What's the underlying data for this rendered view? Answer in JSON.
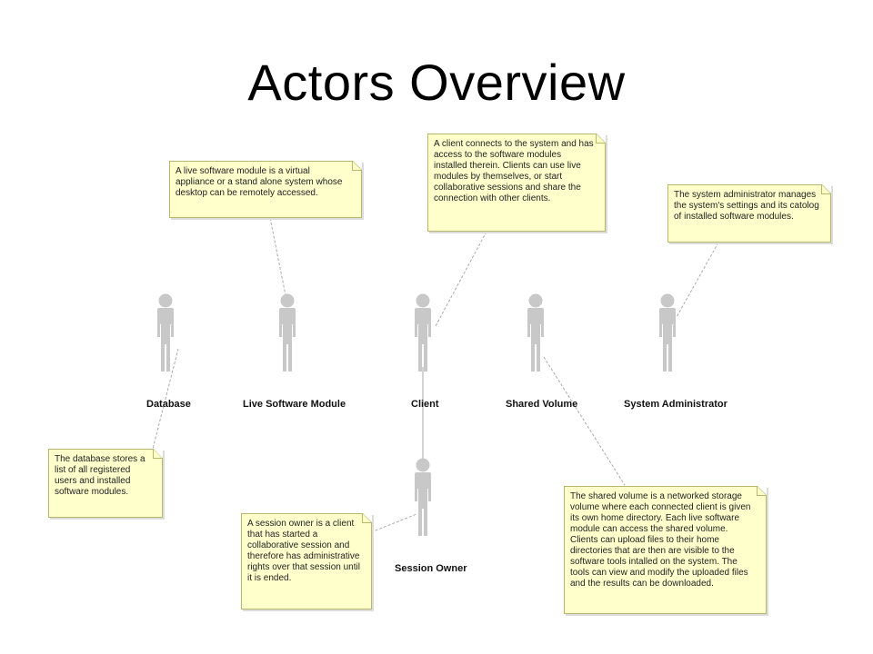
{
  "title": "Actors Overview",
  "colors": {
    "note_fill": "#ffffcc",
    "note_border": "#b8b86a",
    "actor": "#c8c8c8",
    "connector": "#aaaaaa"
  },
  "actors": {
    "database": "Database",
    "live_software_module": "Live Software Module",
    "client": "Client",
    "shared_volume": "Shared Volume",
    "system_administrator": "System Administrator",
    "session_owner": "Session Owner"
  },
  "notes": {
    "live_software_module": "A live software module is a virtual appliance or a stand alone system whose desktop can be remotely accessed.",
    "client": "A client connects to the system and has access to the software modules installed therein.  Clients can use live modules by themselves, or start collaborative sessions and share the connection with other clients.",
    "system_administrator": "The system administrator manages the system's settings and its catolog of installed software modules.",
    "database": "The database stores a list of all registered users and installed software modules.",
    "session_owner": "A session owner is a client that has started a collaborative session and therefore has administrative rights over that session until it is ended.",
    "shared_volume": "The shared volume is a networked storage volume where each connected client is given its own home directory.  Each live software module can access the shared volume.  Clients can upload files to their home directories that are then are visible to the software tools intalled on the system.  The tools can view and modify the uploaded files and the results can be downloaded."
  }
}
